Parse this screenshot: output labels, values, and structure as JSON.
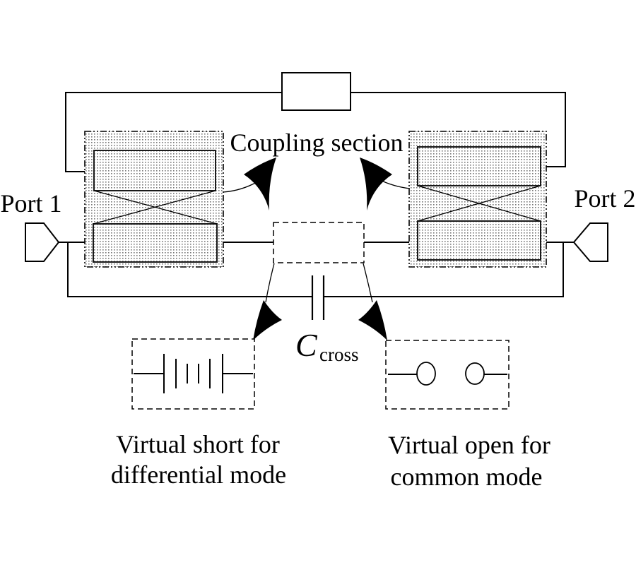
{
  "diagram": {
    "port1_label": "Port 1",
    "port2_label": "Port 2",
    "coupling_label": "Coupling section",
    "capacitor": {
      "symbol": "C",
      "subscript": "cross"
    },
    "virtual_short": {
      "line1": "Virtual short for",
      "line2": "differential mode"
    },
    "virtual_open": {
      "line1": "Virtual open for",
      "line2": "common mode"
    },
    "colors": {
      "line": "#000000",
      "arrow_fill": "#000000",
      "hatch_dot": "#787878",
      "background": "#ffffff"
    }
  }
}
